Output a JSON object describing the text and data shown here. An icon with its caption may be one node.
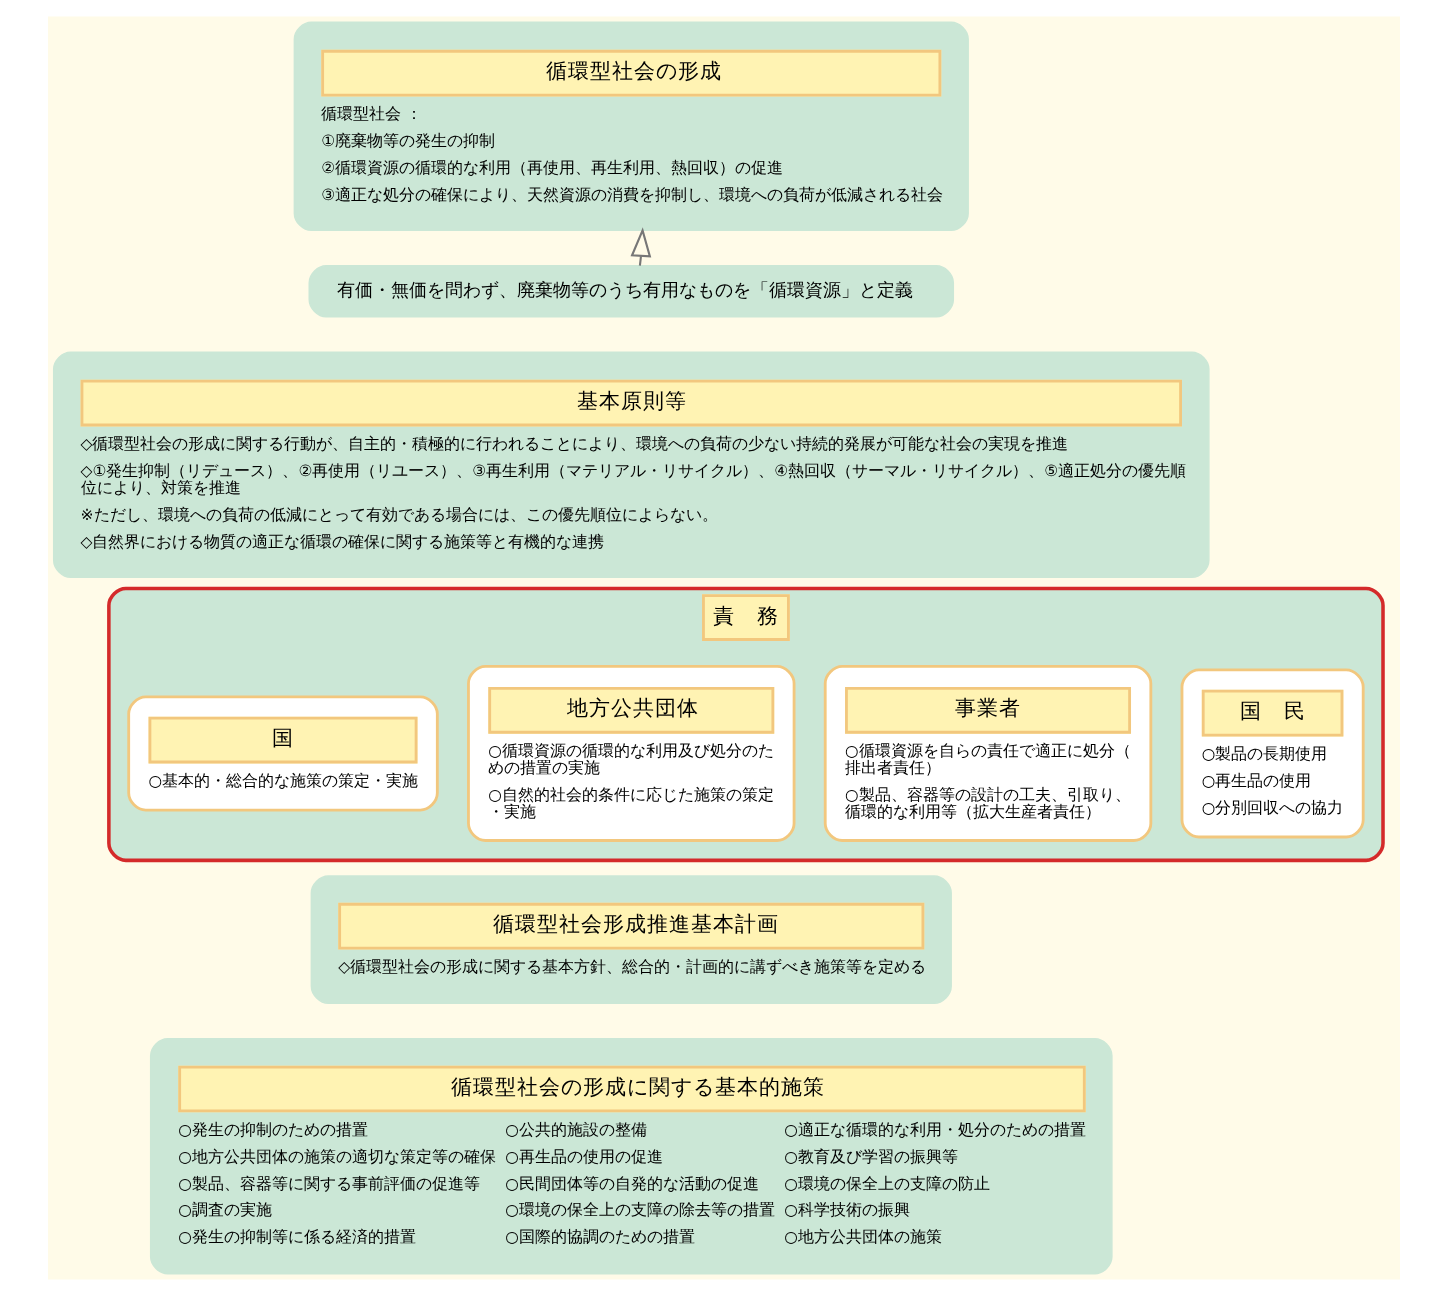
{
  "diagram": {
    "nodes": [
      {
        "text": [
          "循環型社会の形成",
          "循環型社会 ：",
          "①廃棄物等の発生の抑制",
          "②循環資源の循環的な利用（再使用、再生利用、熱回収）の促進",
          "③適正な処分の確保により、天然資源の消費を抑制し、環境への負荷が低減される社会"
        ]
      },
      {
        "text": [
          "有価・無価を問わず、廃棄物等のうち有用なものを「循環資源」と定義"
        ]
      },
      {
        "text": [
          "基本原則等",
          "◇循環型社会の形成に関する行動が、自主的・積極的に行われることにより、環境への負荷の少ない持続的発展が可能な社会の実現を推進",
          "◇①発生抑制（リデュース）、②再使用（リユース）、③再生利用（マテリアル・リサイクル）、④熱回収（サーマル・リサイクル）、⑤適正処分の優先順位により、対策を推進",
          "※ただし、環境への負荷の低減にとって有効である場合には、この優先順位によらない。",
          "◇自然界における物質の適正な循環の確保に関する施策等と有機的な連携"
        ]
      },
      {
        "text": [
          "責　務"
        ]
      },
      {
        "text": [
          "国",
          "○基本的・総合的な施策の策定・実施"
        ],
        "in": 3
      },
      {
        "text": [
          "地方公共団体",
          "○循環資源の循環的な利用及び処分のための措置の実施",
          "○自然的社会的条件に応じた施策の策定・実施"
        ],
        "in": 3
      },
      {
        "text": [
          "事業者",
          "○循環資源を自らの責任で適正に処分（排出者責任）",
          "○製品、容器等の設計の工夫、引取り、循環的な利用等（拡大生産者責任）"
        ],
        "in": 3
      },
      {
        "text": [
          "国　民",
          "○製品の長期使用",
          "○再生品の使用",
          "○分別回収への協力"
        ],
        "in": 3
      },
      {
        "text": [
          "循環型社会形成推進基本計画",
          "◇循環型社会の形成に関する基本方針、総合的・計画的に講ずべき施策等を定める"
        ]
      },
      {
        "text": [
          "循環型社会の形成に関する基本的施策",
          "○発生の抑制のための措置",
          "○地方公共団体の施策の適切な策定等の確保",
          "○製品、容器等に関する事前評価の促進等",
          "○調査の実施",
          "○発生の抑制等に係る経済的措置",
          "○公共的施設の整備",
          "○再生品の使用の促進",
          "○民間団体等の自発的な活動の促進",
          "○環境の保全上の支障の除去等の措置",
          "○国際的協調のための措置",
          "○適正な循環的な利用・処分のための措置",
          "○教育及び学習の振興等",
          "○環境の保全上の支障の防止",
          "○科学技術の振興",
          "○地方公共団体の施策"
        ]
      }
    ],
    "edges": [
      {
        "from": 1,
        "to": 0,
        "arrow": "to"
      }
    ]
  }
}
